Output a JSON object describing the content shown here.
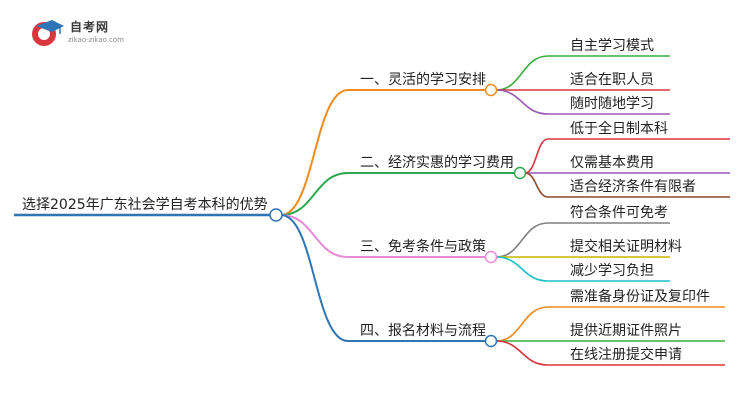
{
  "logo": {
    "title": "自考网",
    "url": "zikao-zikao.com"
  },
  "root": {
    "label": "选择2025年广东社会学自考本科的优势",
    "color": "#2f75b5"
  },
  "branches": [
    {
      "label": "一、灵活的学习安排",
      "color": "#f28a1c",
      "children": [
        {
          "label": "自主学习模式",
          "color": "#3cae3c"
        },
        {
          "label": "适合在职人员",
          "color": "#d9363e"
        },
        {
          "label": "随时随地学习",
          "color": "#9b59b6"
        }
      ]
    },
    {
      "label": "二、经济实惠的学习费用",
      "color": "#2fa84f",
      "children": [
        {
          "label": "低于全日制本科",
          "color": "#d9363e"
        },
        {
          "label": "仅需基本费用",
          "color": "#9b59b6"
        },
        {
          "label": "适合经济条件有限者",
          "color": "#8b4a2b"
        }
      ]
    },
    {
      "label": "三、免考条件与政策",
      "color": "#e88ad6",
      "children": [
        {
          "label": "符合条件可免考",
          "color": "#808080"
        },
        {
          "label": "提交相关证明材料",
          "color": "#c8b400"
        },
        {
          "label": "减少学习负担",
          "color": "#1fc0c8"
        }
      ]
    },
    {
      "label": "四、报名材料与流程",
      "color": "#2f75b5",
      "children": [
        {
          "label": "需准备身份证及复印件",
          "color": "#f28a1c"
        },
        {
          "label": "提供近期证件照片",
          "color": "#3cae3c"
        },
        {
          "label": "在线注册提交申请",
          "color": "#d9363e"
        }
      ]
    }
  ]
}
